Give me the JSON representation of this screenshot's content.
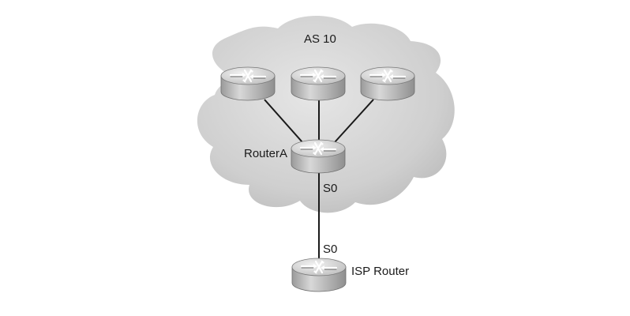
{
  "cloud": {
    "label": "AS 10"
  },
  "routers": {
    "router_a": {
      "label": "RouterA"
    },
    "isp": {
      "label": "ISP Router"
    }
  },
  "links": {
    "serial": {
      "router_a_interface": "S0",
      "isp_interface": "S0"
    }
  },
  "colors": {
    "cloud_fill": "#cfcfcf",
    "router_top": "#dcdcdc",
    "router_side": "#a9a9a9",
    "line": "#1a1a1a"
  }
}
